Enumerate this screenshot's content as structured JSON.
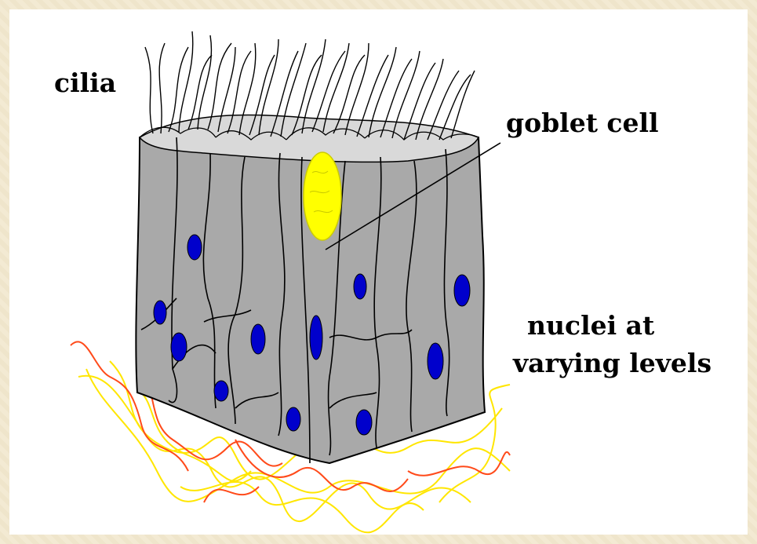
{
  "labels": {
    "cilia": "cilia",
    "goblet_cell": "goblet cell",
    "nuclei_line1": "nuclei at",
    "nuclei_line2": "varying levels"
  },
  "colors": {
    "cell_fill": "#a9a9a9",
    "cell_top": "#d9d9d9",
    "nucleus": "#0000cc",
    "goblet": "#ffff00",
    "fiber_red": "#ff4a1a",
    "fiber_yellow": "#ffe600",
    "outline": "#000000"
  }
}
